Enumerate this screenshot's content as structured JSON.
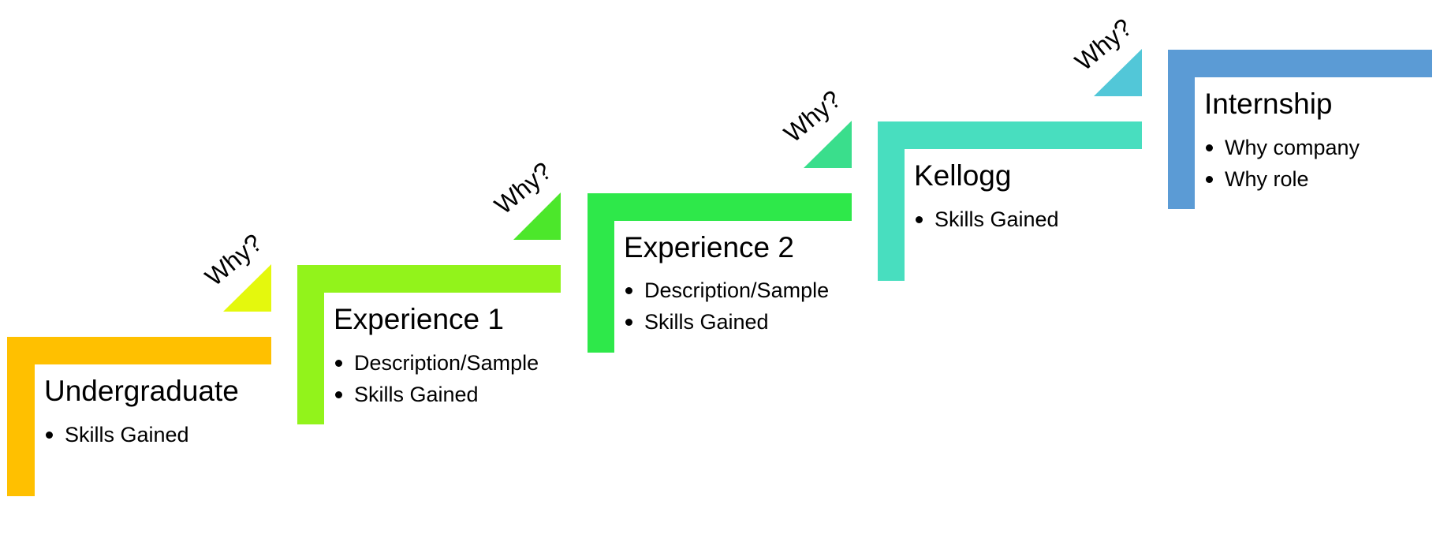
{
  "steps": [
    {
      "title": "Undergraduate",
      "bullets": [
        "Skills Gained"
      ],
      "why": "Why?",
      "color": "#FFC000",
      "triangle_color": "#E4F80D"
    },
    {
      "title": "Experience 1",
      "bullets": [
        "Description/Sample",
        "Skills Gained"
      ],
      "why": "Why?",
      "color": "#92F31B",
      "triangle_color": "#4CE72B"
    },
    {
      "title": "Experience 2",
      "bullets": [
        "Description/Sample",
        "Skills Gained"
      ],
      "why": "Why?",
      "color": "#2EE84A",
      "triangle_color": "#3ADE8C"
    },
    {
      "title": "Kellogg",
      "bullets": [
        "Skills Gained"
      ],
      "why": "Why?",
      "color": "#48DEBF",
      "triangle_color": "#52C7D8"
    },
    {
      "title": "Internship",
      "bullets": [
        "Why company",
        "Why role"
      ],
      "why": "",
      "color": "#5B9BD5",
      "triangle_color": ""
    }
  ]
}
